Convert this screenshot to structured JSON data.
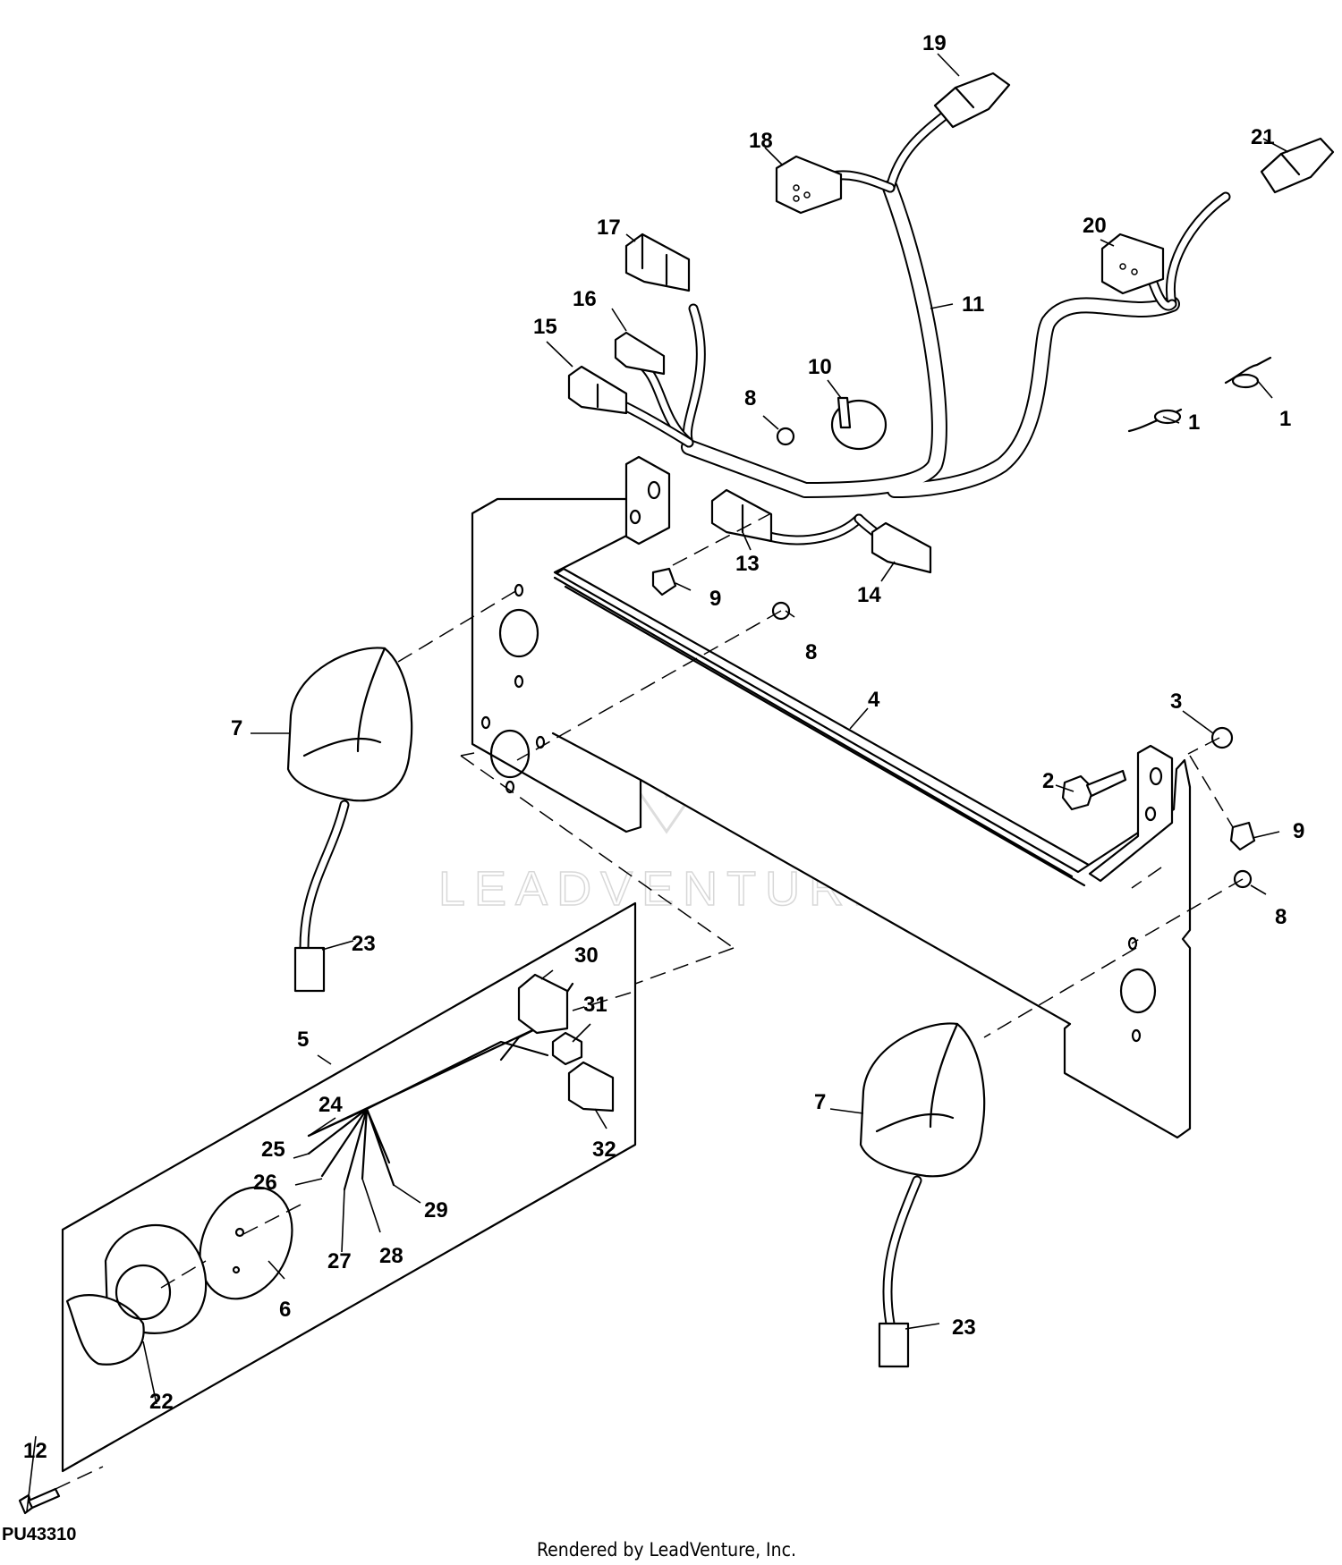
{
  "figure_id": "PU43310",
  "footer_credit": "Rendered by LeadVenture, Inc.",
  "watermark_text": "LEADVENTURE",
  "callouts": [
    {
      "label": "1"
    },
    {
      "label": "1"
    },
    {
      "label": "2"
    },
    {
      "label": "3"
    },
    {
      "label": "4"
    },
    {
      "label": "5"
    },
    {
      "label": "6"
    },
    {
      "label": "7"
    },
    {
      "label": "7"
    },
    {
      "label": "8"
    },
    {
      "label": "8"
    },
    {
      "label": "8"
    },
    {
      "label": "9"
    },
    {
      "label": "9"
    },
    {
      "label": "10"
    },
    {
      "label": "11"
    },
    {
      "label": "12"
    },
    {
      "label": "13"
    },
    {
      "label": "14"
    },
    {
      "label": "15"
    },
    {
      "label": "16"
    },
    {
      "label": "17"
    },
    {
      "label": "18"
    },
    {
      "label": "19"
    },
    {
      "label": "20"
    },
    {
      "label": "21"
    },
    {
      "label": "22"
    },
    {
      "label": "23"
    },
    {
      "label": "23"
    },
    {
      "label": "24"
    },
    {
      "label": "25"
    },
    {
      "label": "26"
    },
    {
      "label": "27"
    },
    {
      "label": "28"
    },
    {
      "label": "29"
    },
    {
      "label": "30"
    },
    {
      "label": "31"
    },
    {
      "label": "32"
    }
  ]
}
